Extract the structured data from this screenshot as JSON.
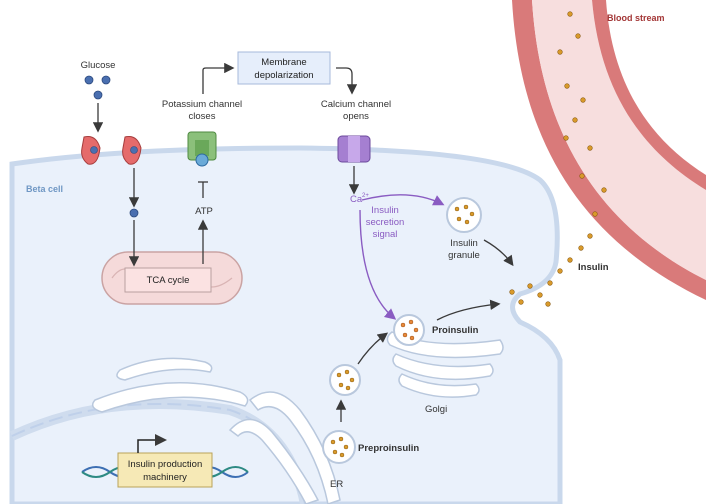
{
  "labels": {
    "glucose": "Glucose",
    "membrane_depol_1": "Membrane",
    "membrane_depol_2": "depolarization",
    "potassium_1": "Potassium channel",
    "potassium_2": "closes",
    "calcium_1": "Calcium channel",
    "calcium_2": "opens",
    "blood_stream": "Blood stream",
    "beta_cell": "Beta cell",
    "atp": "ATP",
    "tca_cycle": "TCA cycle",
    "ca": "Ca",
    "ca_sup": "2+",
    "signal_1": "Insulin",
    "signal_2": "secretion",
    "signal_3": "signal",
    "insulin_granule_1": "Insulin",
    "insulin_granule_2": "granule",
    "insulin": "Insulin",
    "proinsulin": "Proinsulin",
    "golgi": "Golgi",
    "preproinsulin": "Preproinsulin",
    "er": "ER",
    "machinery_1": "Insulin production",
    "machinery_2": "machinery"
  },
  "colors": {
    "cell_fill": "#eaf1fb",
    "cell_stroke": "#c9d8ec",
    "vessel_outer": "#d97a7a",
    "vessel_inner": "#f7dede",
    "granule_dot": "#d99a2b",
    "purple_arrow": "#8a5cc2",
    "glucose_dot": "#4a6fb0"
  }
}
